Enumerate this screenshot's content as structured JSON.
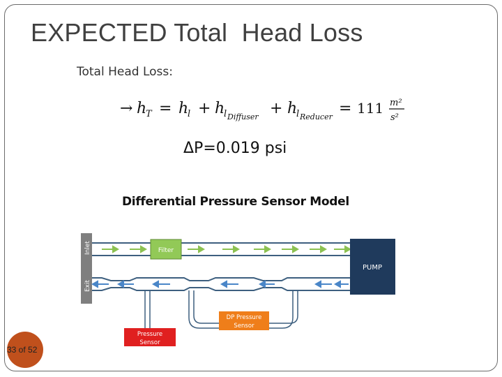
{
  "slide": {
    "title": "EXPECTED Total  Head Loss",
    "page_number": "33 of 52",
    "page_badge_color": "#c0501c"
  },
  "equation": {
    "heading": "Total Head Loss:",
    "arrow": "→",
    "lhs": "h",
    "lhs_sub": "T",
    "term1": "h",
    "term1_sub": "l",
    "term2": "h",
    "term2_sub": "l",
    "term2_subsub": "Diffuser",
    "term3": "h",
    "term3_sub": "l",
    "term3_subsub": "Reducer",
    "value": "111",
    "unit_num": "m²",
    "unit_den": "s²",
    "delta_p": "ΔP=0.019  psi"
  },
  "diagram": {
    "title": "Differential Pressure Sensor Model",
    "inlet_label": "Inlet",
    "exit_label": "Exit",
    "filter_label": "Filter",
    "pump_label": "PUMP",
    "pressure_sensor_label_1": "Pressure",
    "pressure_sensor_label_2": "Sensor",
    "dp_sensor_label_1": "DP Pressure",
    "dp_sensor_label_2": "Sensor",
    "colors": {
      "pipe": "#3d5f7f",
      "inlet_arrow": "#8cc152",
      "exit_arrow": "#4a86c8",
      "filter": "#92c957",
      "pump": "#1f3a5c",
      "pressure_sensor": "#e02020",
      "dp_sensor": "#ef7e1a",
      "side_bar": "#7f7f7f"
    }
  }
}
